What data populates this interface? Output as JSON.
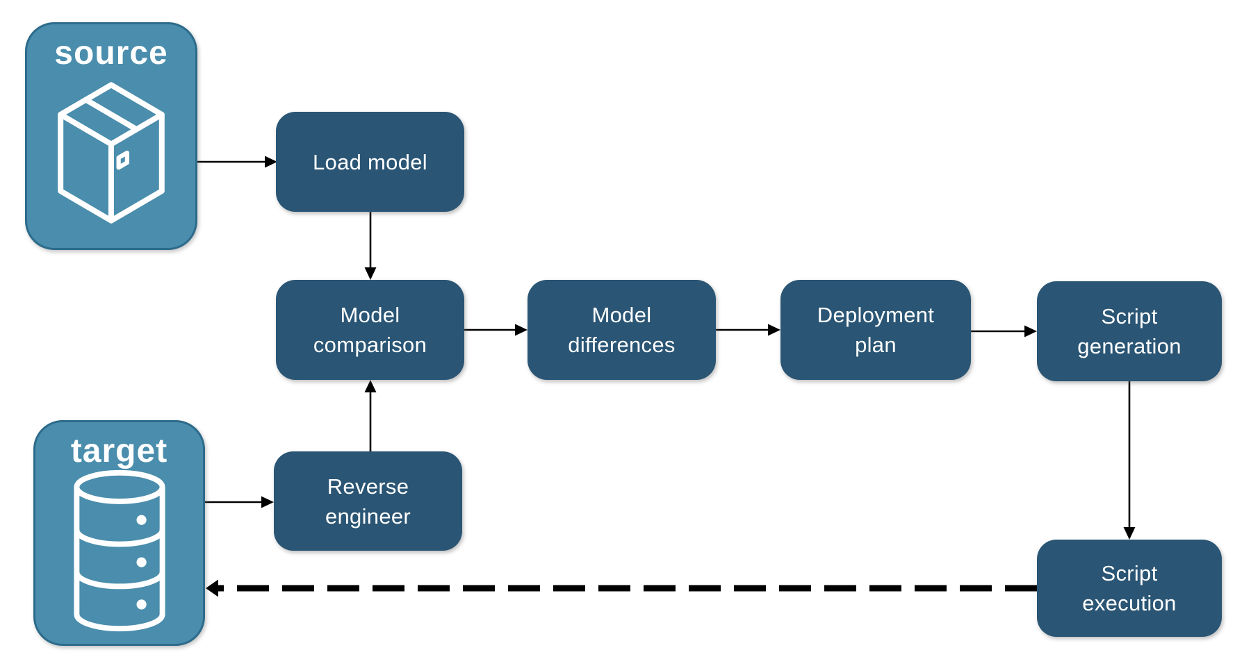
{
  "diagram": {
    "containers": {
      "source": {
        "label": "source",
        "icon": "package-icon"
      },
      "target": {
        "label": "target",
        "icon": "database-icon"
      }
    },
    "nodes": {
      "load_model": {
        "label": "Load model"
      },
      "model_comparison": {
        "label": "Model\ncomparison"
      },
      "model_differences": {
        "label": "Model\ndifferences"
      },
      "deployment_plan": {
        "label": "Deployment\nplan"
      },
      "script_generation": {
        "label": "Script\ngeneration"
      },
      "reverse_engineer": {
        "label": "Reverse\nengineer"
      },
      "script_execution": {
        "label": "Script\nexecution"
      }
    },
    "edges": [
      {
        "from": "source",
        "to": "load_model",
        "style": "solid"
      },
      {
        "from": "load_model",
        "to": "model_comparison",
        "style": "solid"
      },
      {
        "from": "model_comparison",
        "to": "model_differences",
        "style": "solid"
      },
      {
        "from": "model_differences",
        "to": "deployment_plan",
        "style": "solid"
      },
      {
        "from": "deployment_plan",
        "to": "script_generation",
        "style": "solid"
      },
      {
        "from": "script_generation",
        "to": "script_execution",
        "style": "solid"
      },
      {
        "from": "target",
        "to": "reverse_engineer",
        "style": "solid"
      },
      {
        "from": "reverse_engineer",
        "to": "model_comparison",
        "style": "solid"
      },
      {
        "from": "script_execution",
        "to": "target",
        "style": "dashed"
      }
    ],
    "colors": {
      "background": "#FFFFFF",
      "node_fill": "#2A5574",
      "node_text": "#FFFFFF",
      "container_fill": "#4A8DAC",
      "container_border": "#2C6B8B",
      "container_text": "#FFFFFF",
      "arrow": "#000000"
    }
  }
}
